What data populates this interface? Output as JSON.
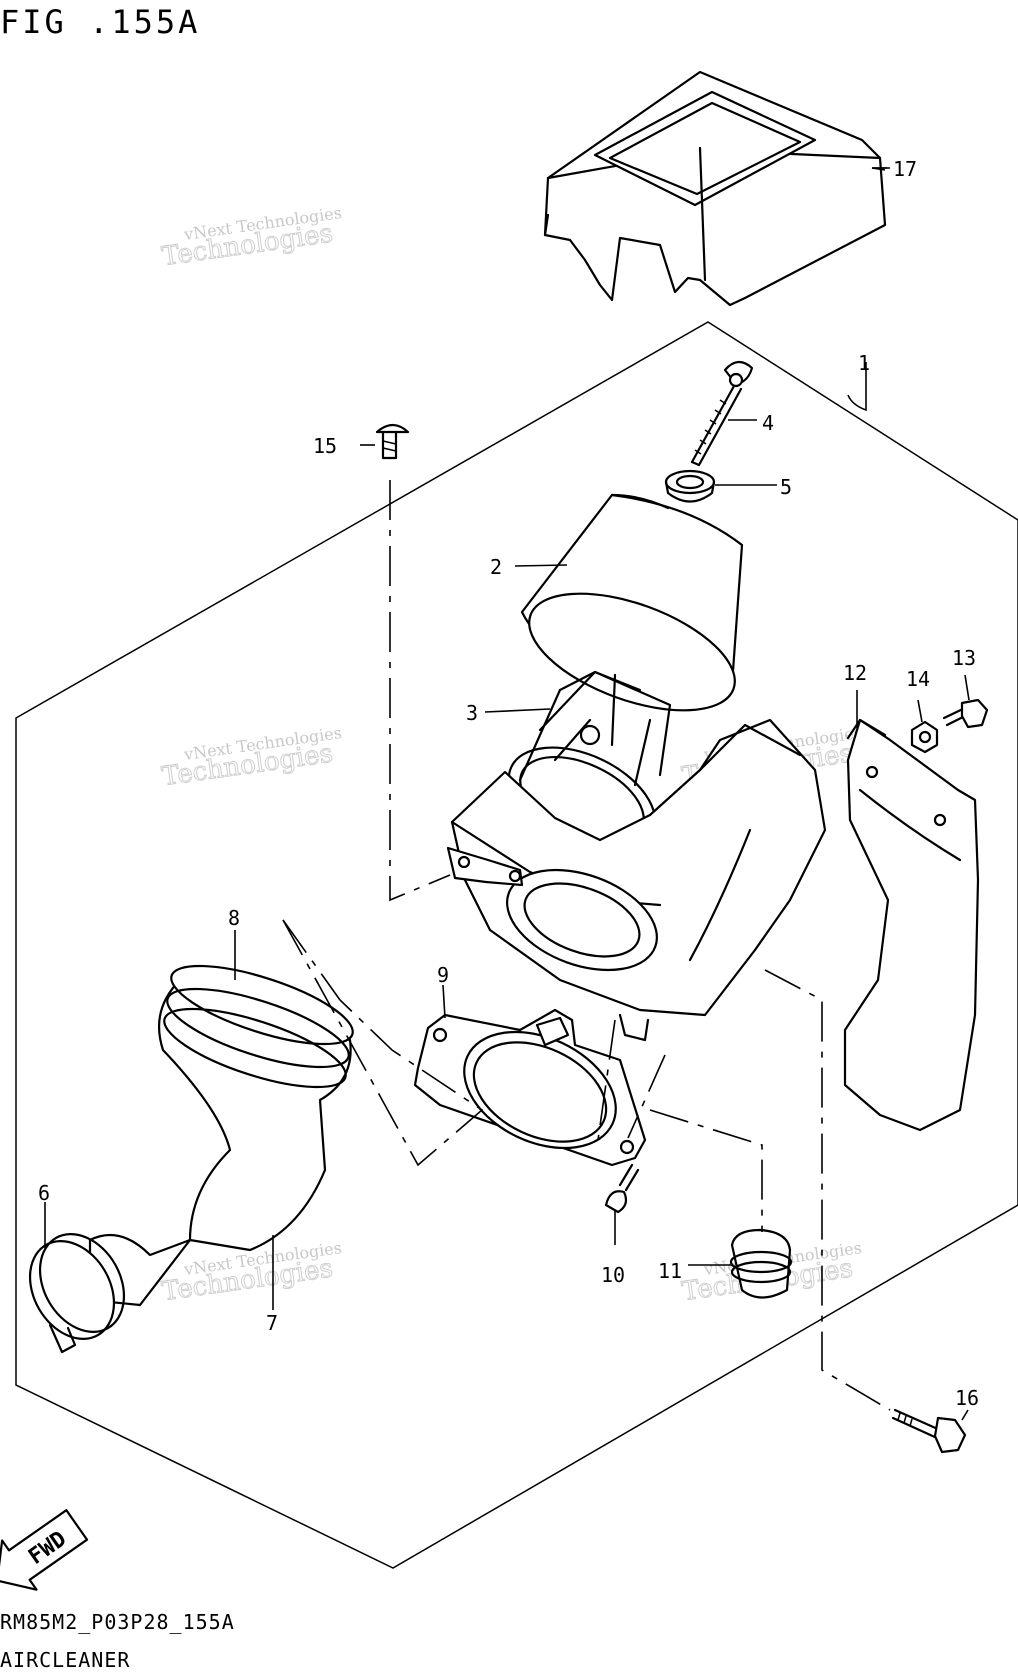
{
  "header": {
    "figure_label": "FIG .155A"
  },
  "footer": {
    "drawing_code": "RM85M2_P03P28_155A",
    "section_title": "AIRCLEANER"
  },
  "watermark": {
    "line1": "vNext Technologies",
    "line2": "Technologies"
  },
  "fwd_label": "FWD",
  "callouts": {
    "c1": "1",
    "c2": "2",
    "c3": "3",
    "c4": "4",
    "c5": "5",
    "c6": "6",
    "c7": "7",
    "c8": "8",
    "c9": "9",
    "c10": "10",
    "c11": "11",
    "c12": "12",
    "c13": "13",
    "c14": "14",
    "c15": "15",
    "c16": "16",
    "c17": "17"
  }
}
